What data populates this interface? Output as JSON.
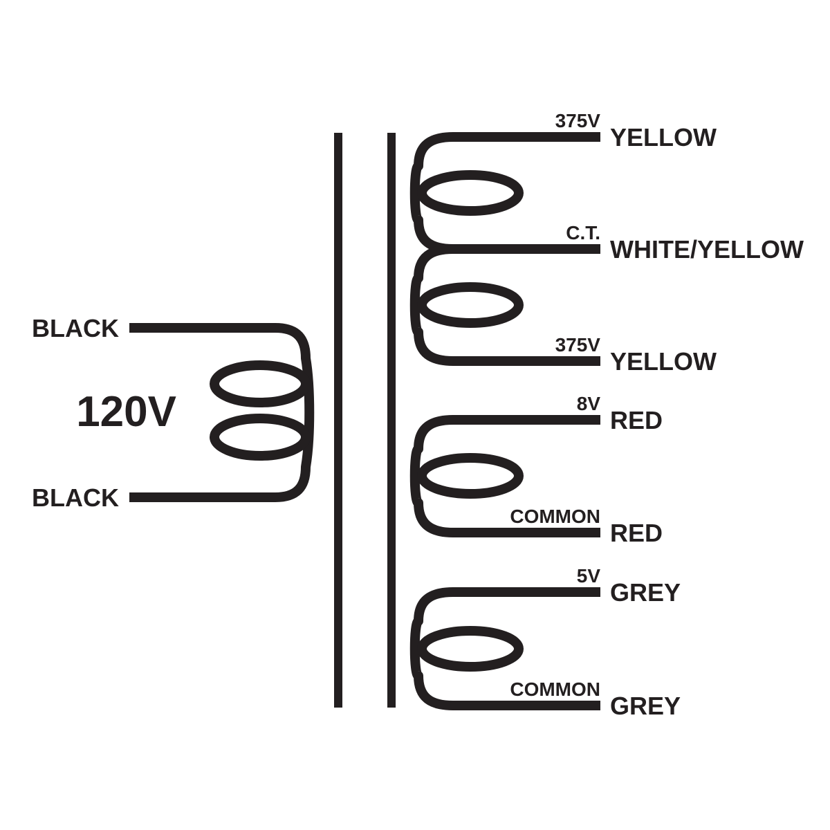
{
  "diagram": {
    "type": "transformer-wiring-schematic",
    "background_color": "#ffffff",
    "ink_color": "#231f20",
    "primary": {
      "voltage_label": "120V",
      "leads": [
        {
          "label": "BLACK"
        },
        {
          "label": "BLACK"
        }
      ]
    },
    "secondaries": [
      {
        "name": "high-voltage-winding",
        "taps": [
          {
            "tap": "375V",
            "wire": "YELLOW"
          },
          {
            "tap": "C.T.",
            "wire": "WHITE/YELLOW"
          },
          {
            "tap": "375V",
            "wire": "YELLOW"
          }
        ]
      },
      {
        "name": "8v-winding",
        "taps": [
          {
            "tap": "8V",
            "wire": "RED"
          },
          {
            "tap": "COMMON",
            "wire": "RED"
          }
        ]
      },
      {
        "name": "5v-winding",
        "taps": [
          {
            "tap": "5V",
            "wire": "GREY"
          },
          {
            "tap": "COMMON",
            "wire": "GREY"
          }
        ]
      }
    ]
  }
}
